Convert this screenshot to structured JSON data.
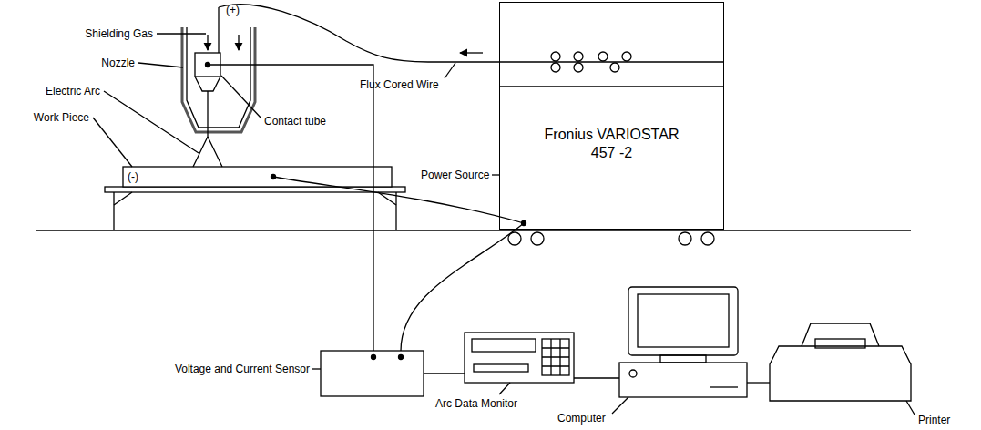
{
  "diagram": {
    "nodes": [
      {
        "text": [
          "Fronius VARIOSTAR 457 -2"
        ]
      }
    ],
    "labels": [
      "Shielding Gas",
      "Nozzle",
      "Electric Arc",
      "Work Piece",
      "(-)",
      "(+)",
      "Contact tube",
      "Flux Cored Wire",
      "Power Source",
      "Voltage and Current Sensor",
      "Arc Data Monitor",
      "Computer",
      "Printer"
    ]
  }
}
